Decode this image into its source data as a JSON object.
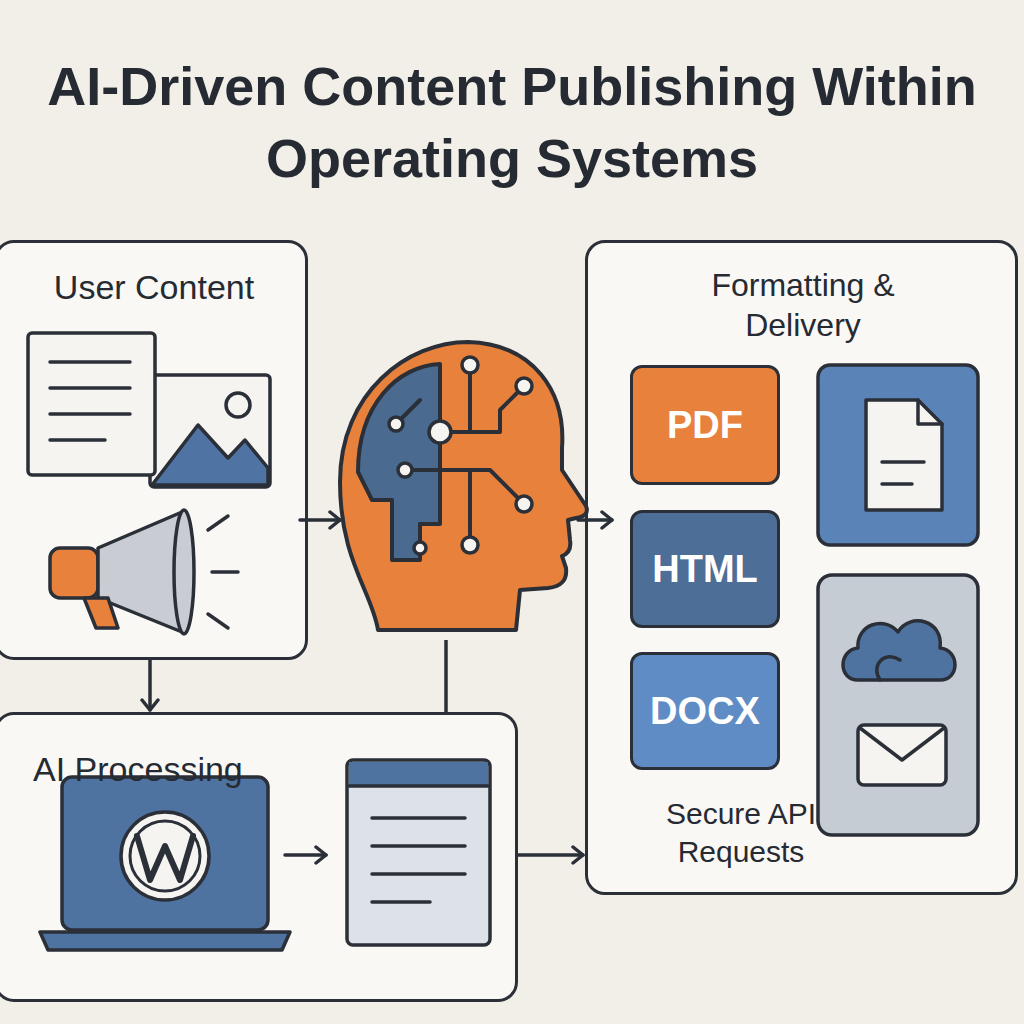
{
  "diagram": {
    "title": "AI-Driven Content Publishing Within Operating Systems",
    "nodes": [
      {
        "text": [
          "User Content"
        ]
      },
      {
        "text": [
          "AI Processing"
        ]
      },
      {
        "text": [
          "Formatting & Delivery",
          "Secure API Requests"
        ]
      },
      {
        "text": [
          "PDF"
        ],
        "in": 2
      },
      {
        "text": [
          "HTML"
        ],
        "in": 2
      },
      {
        "text": [
          "DOCX"
        ],
        "in": 2
      }
    ],
    "edges": [
      {
        "from": 0,
        "to": 1,
        "arrow": "to"
      },
      {
        "from": 1,
        "to": 2,
        "arrow": "to"
      }
    ]
  }
}
